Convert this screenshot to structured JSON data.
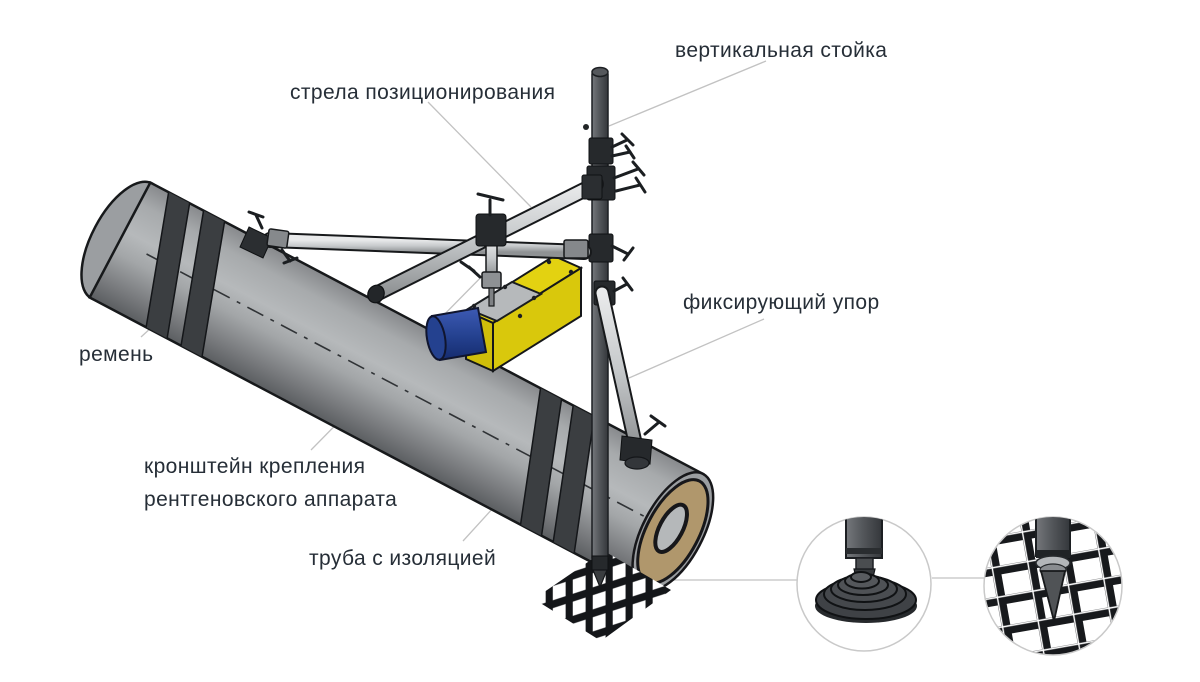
{
  "labels": {
    "vertical_stand": "вертикальная стойка",
    "positioning_boom": "стрела позиционирования",
    "fixing_stop": "фиксирующий упор",
    "belt": "ремень",
    "bracket_line1": "кронштейн крепления",
    "bracket_line2": "рентгеновского аппарата",
    "insulated_pipe": "труба с изоляцией"
  },
  "colors": {
    "apparatus_yellow": "#d9c80c",
    "collimator_blue": "#24418f",
    "insulation_tan": "#b0976c",
    "pipe_grey": "#a7aaac",
    "band_dark": "#3b3e41",
    "metal_tube_light": "#cdd0d2",
    "pole_dark": "#4b4e52",
    "label_text": "#262e37",
    "leader_line": "#c2c2c2",
    "mesh_black": "#141619"
  },
  "detail_views": {
    "left_icon": "ribbed-foot-pad-icon",
    "right_icon": "spike-foot-on-grating-icon"
  }
}
